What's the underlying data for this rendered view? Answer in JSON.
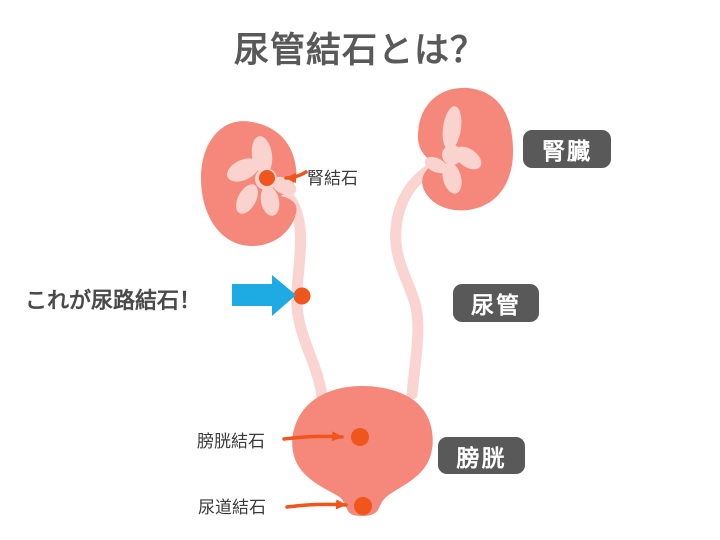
{
  "title": "尿管結石とは？",
  "organ_labels": {
    "kidney": "腎臓",
    "ureter": "尿管",
    "bladder": "膀胱"
  },
  "annotations": {
    "kidney_stone": "腎結石",
    "highlight_callout": "これが尿路結石！",
    "bladder_stone": "膀胱結石",
    "urethral_stone": "尿道結石"
  },
  "colors": {
    "organ_body": "#F5887B",
    "organ_inner": "#FAD3CF",
    "ureter_tube": "#F9D4D0",
    "stone_orange": "#F0551C",
    "pointer_arrow_orange": "#F0551C",
    "highlight_arrow_blue": "#1EAAE3",
    "label_box_bg": "#595959",
    "label_box_text": "#FFFFFF",
    "title_text": "#595959",
    "annotation_text": "#3B3B3B"
  }
}
